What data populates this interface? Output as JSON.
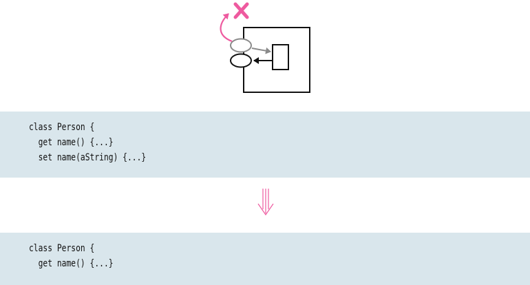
{
  "colors": {
    "accent": "#ee5a9f",
    "panel": "#d9e6ec",
    "ink": "#111111",
    "faded": "#8a8a8a"
  },
  "diagram": {
    "icons": [
      "remove-x-icon",
      "curved-arrow-icon",
      "getter-port-icon",
      "setter-port-icon",
      "field-box-icon"
    ]
  },
  "before": {
    "lines": [
      "class Person {",
      "  get name() {...}",
      "  set name(aString) {...}"
    ]
  },
  "after": {
    "lines": [
      "class Person {",
      "  get name() {...}"
    ]
  }
}
